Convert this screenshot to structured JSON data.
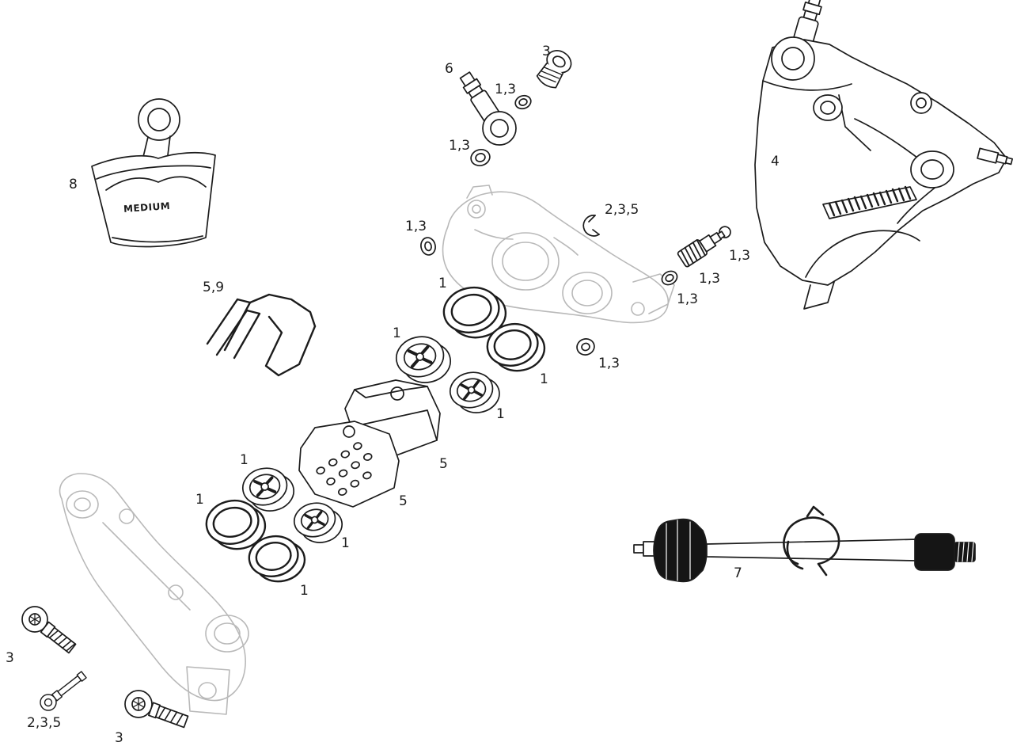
{
  "figure": {
    "type": "exploded-parts-diagram",
    "subject": "disc-brake-caliper-exploded-view",
    "background_color": "#ffffff",
    "line_color": "#1c1c1c",
    "ghost_line_color": "#b9b9b9",
    "solid_black": "#151515"
  },
  "labels": [
    {
      "id": "callout-8",
      "text": "8"
    },
    {
      "id": "callout-6",
      "text": "6"
    },
    {
      "id": "callout-3-top",
      "text": "3"
    },
    {
      "id": "callout-13-a",
      "text": "1,3"
    },
    {
      "id": "callout-13-b",
      "text": "1,3"
    },
    {
      "id": "callout-4",
      "text": "4"
    },
    {
      "id": "callout-13-c",
      "text": "1,3"
    },
    {
      "id": "callout-235-a",
      "text": "2,3,5"
    },
    {
      "id": "callout-13-d",
      "text": "1,3"
    },
    {
      "id": "callout-13-e",
      "text": "1,3"
    },
    {
      "id": "callout-13-f",
      "text": "1,3"
    },
    {
      "id": "callout-13-g",
      "text": "1,3"
    },
    {
      "id": "callout-1-a",
      "text": "1"
    },
    {
      "id": "callout-1-b",
      "text": "1"
    },
    {
      "id": "callout-1-c",
      "text": "1"
    },
    {
      "id": "callout-1-d",
      "text": "1"
    },
    {
      "id": "callout-59",
      "text": "5,9"
    },
    {
      "id": "callout-5-a",
      "text": "5"
    },
    {
      "id": "callout-5-b",
      "text": "5"
    },
    {
      "id": "callout-1-e",
      "text": "1"
    },
    {
      "id": "callout-1-f",
      "text": "1"
    },
    {
      "id": "callout-1-g",
      "text": "1"
    },
    {
      "id": "callout-1-h",
      "text": "1"
    },
    {
      "id": "callout-7",
      "text": "7"
    },
    {
      "id": "callout-3-b",
      "text": "3"
    },
    {
      "id": "callout-235-b",
      "text": "2,3,5"
    },
    {
      "id": "callout-3-c",
      "text": "3"
    }
  ],
  "part_texts": {
    "pad_compound": "MEDIUM"
  }
}
